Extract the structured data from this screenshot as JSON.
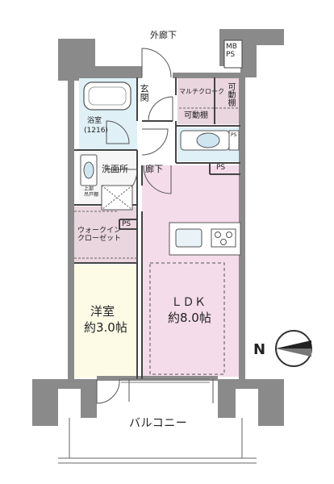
{
  "labels": {
    "outer_corridor": "外廊下",
    "mb_ps": "MB\nPS",
    "genkan": "玄関",
    "multi_closet": "マルチクローク",
    "movable_shelf_1": "可動棚",
    "movable_shelf_2": "可動棚",
    "bathroom": "浴室",
    "bath_size": "(1216)",
    "washroom": "洗面所",
    "shelf_small": "上部\n吊戸棚",
    "hallway": "廊下",
    "ps_1": "PS",
    "ps_2": "PS",
    "ps_3": "PS",
    "wic": "ウォークイン\nクローゼット",
    "western_room": "洋室",
    "western_size": "約3.0帖",
    "ldk": "ＬＤＫ",
    "ldk_size": "約8.0帖",
    "balcony": "バルコニー",
    "north": "N"
  },
  "colors": {
    "wall": "#8a8a8a",
    "ldk_fill": "#f4dcea",
    "western_fill": "#fdfbe6",
    "closet_fill": "#ead6df",
    "wet_fill": "#cfe6f0",
    "line": "#444444"
  }
}
